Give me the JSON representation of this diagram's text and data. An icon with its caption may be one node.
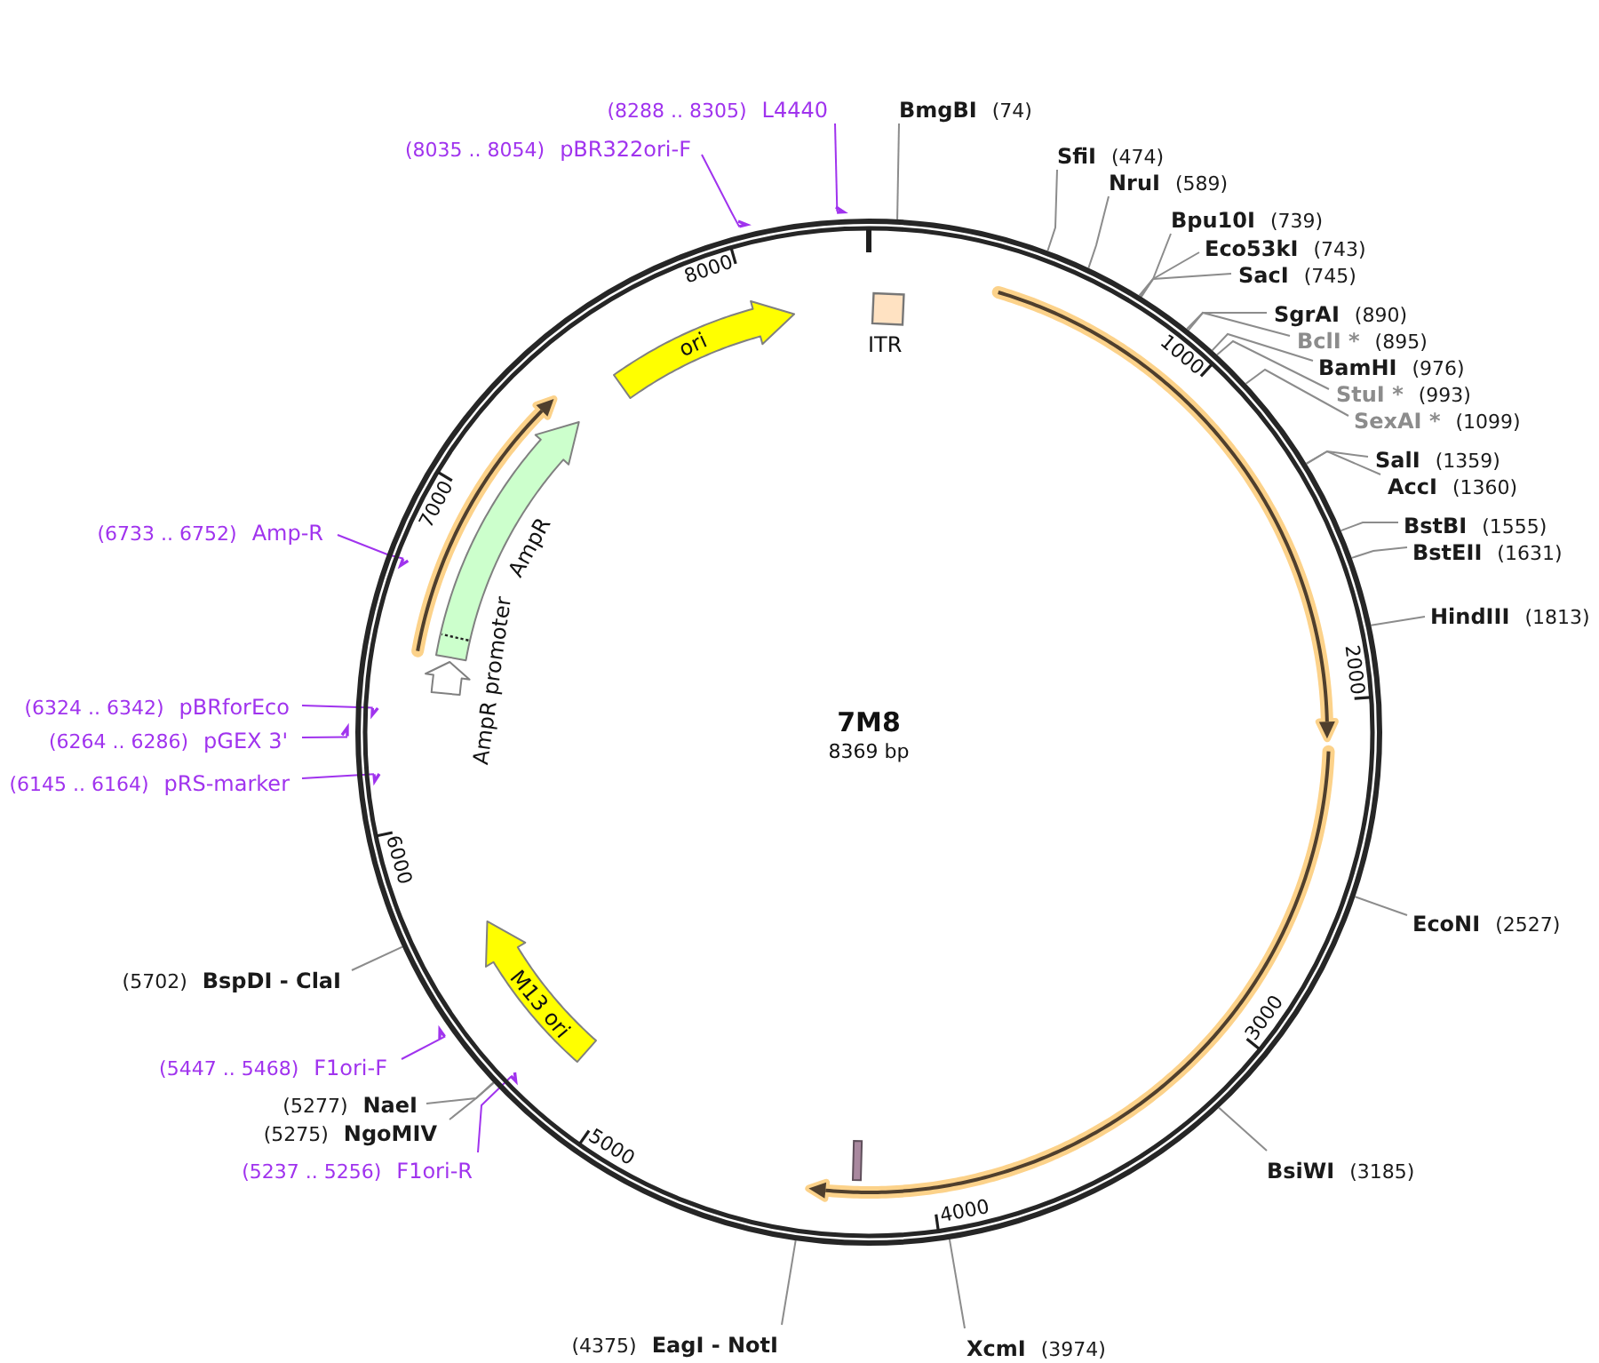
{
  "diagram": {
    "nodes": [
      {
        "text": [
          "7M8",
          "8369 bp"
        ]
      },
      {
        "text": [
          "ITR"
        ],
        "in": 0
      },
      {
        "text": [
          "ori"
        ],
        "in": 0
      },
      {
        "text": [
          "AmpR"
        ],
        "in": 0
      },
      {
        "text": [
          "AmpR promoter"
        ],
        "in": 0
      },
      {
        "text": [
          "M13 ori"
        ],
        "in": 0
      },
      {
        "text": [],
        "shape": "bar",
        "in": 0
      },
      {
        "text": [
          "(8288 .. 8305)",
          "L4440"
        ]
      },
      {
        "text": [
          "BmgBI",
          "(74)"
        ]
      },
      {
        "text": [
          "(8035 .. 8054)",
          "pBR322ori-F"
        ]
      },
      {
        "text": [
          "SfiI",
          "(474)"
        ]
      },
      {
        "text": [
          "NruI",
          "(589)"
        ]
      },
      {
        "text": [
          "Bpu10I",
          "(739)"
        ]
      },
      {
        "text": [
          "Eco53kI",
          "(743)"
        ]
      },
      {
        "text": [
          "SacI",
          "(745)"
        ]
      },
      {
        "text": [
          "SgrAI",
          "(890)"
        ]
      },
      {
        "text": [
          "BclI *",
          "(895)"
        ]
      },
      {
        "text": [
          "BamHI",
          "(976)"
        ]
      },
      {
        "text": [
          "StuI *",
          "(993)"
        ]
      },
      {
        "text": [
          "SexAI *",
          "(1099)"
        ]
      },
      {
        "text": [
          "SalI",
          "(1359)"
        ]
      },
      {
        "text": [
          "AccI",
          "(1360)"
        ]
      },
      {
        "text": [
          "BstBI",
          "(1555)"
        ]
      },
      {
        "text": [
          "(6733 .. 6752)",
          "Amp-R"
        ]
      },
      {
        "text": [
          "BstEII",
          "(1631)"
        ]
      },
      {
        "text": [
          "HindIII",
          "(1813)"
        ]
      },
      {
        "text": [
          "(6324 .. 6342)",
          "pBRforEco"
        ]
      },
      {
        "text": [
          "(6264 .. 6286)",
          "pGEX 3'"
        ]
      },
      {
        "text": [
          "(6145 .. 6164)",
          "pRS-marker"
        ]
      },
      {
        "text": [
          "EcoNI",
          "(2527)"
        ]
      },
      {
        "text": [
          "(5702)",
          "BspDI - ClaI"
        ]
      },
      {
        "text": [
          "(5447 .. 5468)",
          "F1ori-F"
        ]
      },
      {
        "text": [
          "(5277)",
          "NaeI"
        ]
      },
      {
        "text": [
          "(5275)",
          "NgoMIV"
        ]
      },
      {
        "text": [
          "BsiWI",
          "(3185)"
        ]
      },
      {
        "text": [
          "(5237 .. 5256)",
          "F1ori-R"
        ]
      },
      {
        "text": [
          "(4375)",
          "EagI - NotI"
        ]
      },
      {
        "text": [
          "XcmI",
          "(3974)"
        ]
      },
      {
        "text": [],
        "shape": "arrow"
      },
      {
        "text": [],
        "shape": "arrow"
      },
      {
        "text": [],
        "shape": "arrow",
        "in": 0
      },
      {
        "text": [],
        "shape": "arrow",
        "in": 0
      },
      {
        "text": [],
        "shape": "arrow"
      },
      {
        "text": [],
        "shape": "arrow",
        "in": 0
      },
      {
        "text": [],
        "shape": "arrow"
      },
      {
        "text": [],
        "shape": "arrow",
        "in": 0
      }
    ],
    "edges": [
      {
        "from": 7,
        "to": 38,
        "arrow": "none",
        "color": "#a033ee"
      },
      {
        "from": 8,
        "to": 0,
        "arrow": "none"
      },
      {
        "from": 9,
        "to": 39,
        "arrow": "none",
        "color": "#a033ee"
      },
      {
        "from": 10,
        "to": 0,
        "arrow": "none"
      },
      {
        "from": 11,
        "to": 0,
        "arrow": "none"
      },
      {
        "from": 12,
        "to": 0,
        "arrow": "none"
      },
      {
        "from": 13,
        "to": 0,
        "arrow": "none"
      },
      {
        "from": 14,
        "to": 0,
        "arrow": "none"
      },
      {
        "from": 15,
        "to": 0,
        "arrow": "none"
      },
      {
        "from": 16,
        "to": 0,
        "arrow": "none"
      },
      {
        "from": 17,
        "to": 0,
        "arrow": "none"
      },
      {
        "from": 18,
        "to": 0,
        "arrow": "none"
      },
      {
        "from": 19,
        "to": 0,
        "arrow": "none"
      },
      {
        "from": 20,
        "to": 0,
        "arrow": "none"
      },
      {
        "from": 21,
        "to": 0,
        "arrow": "none"
      },
      {
        "from": 22,
        "to": 0,
        "arrow": "none"
      },
      {
        "from": 23,
        "to": 40,
        "arrow": "none",
        "color": "#a033ee"
      },
      {
        "from": 24,
        "to": 0,
        "arrow": "none"
      },
      {
        "from": 25,
        "to": 0,
        "arrow": "none"
      },
      {
        "from": 26,
        "to": 41,
        "arrow": "none",
        "color": "#a033ee"
      },
      {
        "from": 27,
        "to": 42,
        "arrow": "none",
        "color": "#a033ee"
      },
      {
        "from": 28,
        "to": 43,
        "arrow": "none",
        "color": "#a033ee"
      },
      {
        "from": 29,
        "to": 0,
        "arrow": "none"
      },
      {
        "from": 30,
        "to": 0,
        "arrow": "none"
      },
      {
        "from": 31,
        "to": 44,
        "arrow": "none",
        "color": "#a033ee"
      },
      {
        "from": 32,
        "to": 0,
        "arrow": "none"
      },
      {
        "from": 33,
        "to": 0,
        "arrow": "none"
      },
      {
        "from": 34,
        "to": 0,
        "arrow": "none"
      },
      {
        "from": 35,
        "to": 45,
        "arrow": "none",
        "color": "#a033ee"
      },
      {
        "from": 36,
        "to": 0,
        "arrow": "none"
      },
      {
        "from": 37,
        "to": 0,
        "arrow": "none"
      }
    ],
    "labels": [
      "8000",
      "1000",
      "7000",
      "2000",
      "6000",
      "3000",
      "5000",
      "4000"
    ]
  }
}
